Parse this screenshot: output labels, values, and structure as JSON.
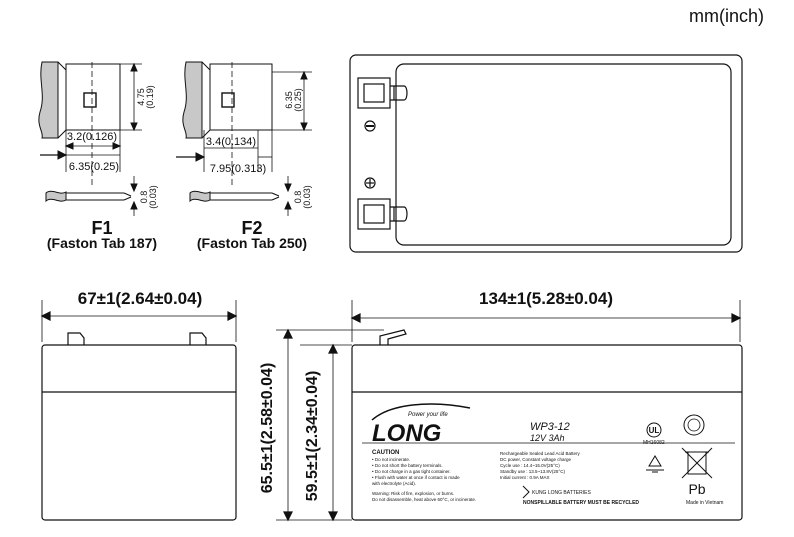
{
  "units": "mm(inch)",
  "f1": {
    "name": "F1",
    "caption": "(Faston Tab 187)",
    "height_dim": "4.75",
    "height_dim_in": "(0.19)",
    "width_dim": "3.2(0.126)",
    "span_dim": "6.35(0.25)",
    "thick_dim": "0.8",
    "thick_dim_in": "(0.03)"
  },
  "f2": {
    "name": "F2",
    "caption": "(Faston Tab 250)",
    "height_dim": "6.35",
    "height_dim_in": "(0.25)",
    "width_dim": "3.4(0.134)",
    "span_dim": "7.95(0.313)",
    "thick_dim": "0.8",
    "thick_dim_in": "(0.03)"
  },
  "dims": {
    "width": "67±1(2.64±0.04)",
    "length": "134±1(5.28±0.04)",
    "total_height": "65.5±1(2.58±0.04)",
    "case_height": "59.5±1(2.34±0.04)"
  },
  "label": {
    "brand": "LONG",
    "tagline": "Power your life",
    "model": "WP3-12",
    "rating": "12V 3Ah",
    "caution_title": "CAUTION",
    "caution_lines": [
      "• Do not incinerate.",
      "• Do not short the battery terminals.",
      "• Do not charge in a gas tight container.",
      "• Flush with water at once if contact is made",
      "   with electrolyte (Acid)."
    ],
    "warning_lines": [
      "Warning: Risk of fire, explosion, or burns.",
      "Do not disassemble, heat above 60°C, or incinerate."
    ],
    "spec_lines": [
      "Rechargeable Sealed Lead Acid Battery",
      "DC power, Constant voltage charge",
      "Cycle use : 14.4~15.0V(25°C)",
      "Standby use : 13.5~13.8V(25°C)",
      "Initial current : 0.9A MAX"
    ],
    "maker": "KUNG LONG BATTERIES",
    "nonspillable": "NONSPILLABLE BATTERY MUST BE RECYCLED",
    "ul": "MH16082",
    "pb": "Pb",
    "made_in": "Made in Vietnam"
  }
}
